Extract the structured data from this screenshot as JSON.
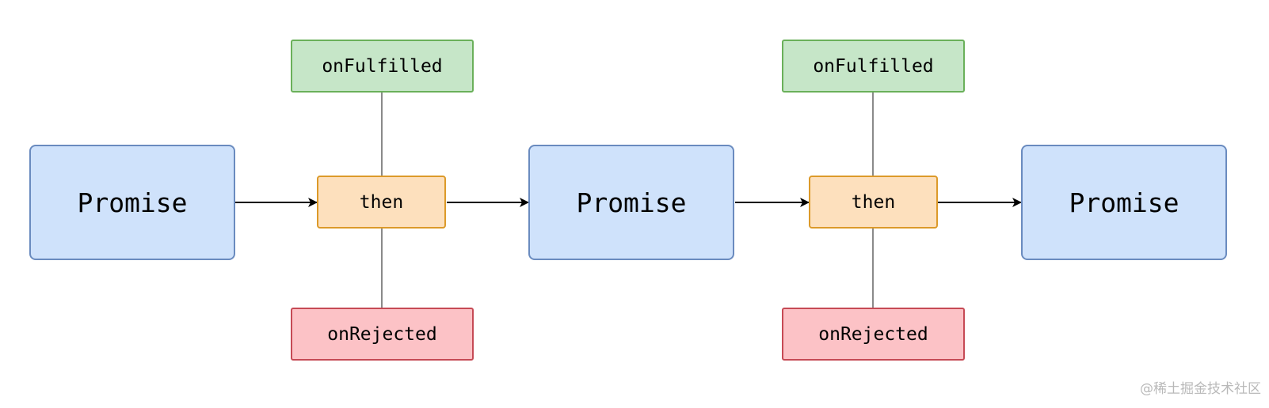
{
  "nodes": {
    "promise_1": "Promise",
    "then_1": "then",
    "on_fulfilled_1": "onFulfilled",
    "on_rejected_1": "onRejected",
    "promise_2": "Promise",
    "then_2": "then",
    "on_fulfilled_2": "onFulfilled",
    "on_rejected_2": "onRejected",
    "promise_3": "Promise"
  },
  "watermark": "@稀土掘金技术社区",
  "colors": {
    "promise_fill": "#cfe2fb",
    "promise_border": "#6a8bbf",
    "then_fill": "#fde0bd",
    "then_border": "#dc9a2a",
    "fulfilled_fill": "#c6e6c8",
    "fulfilled_border": "#6ab05a",
    "rejected_fill": "#fcc2c6",
    "rejected_border": "#c64a55"
  }
}
